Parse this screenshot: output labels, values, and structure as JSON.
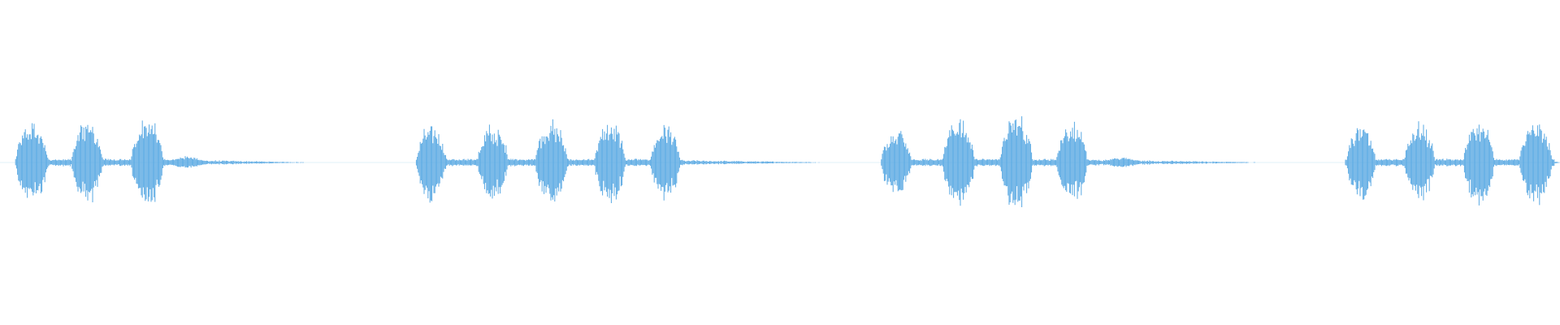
{
  "waveform": {
    "color": "#5aa9e3",
    "background": "#ffffff",
    "duration_units": 100,
    "peak_scale": 1.0,
    "groups": [
      {
        "bursts": [
          {
            "t": 1.0,
            "dur": 2.2,
            "amp": 0.78
          },
          {
            "t": 4.6,
            "dur": 2.1,
            "amp": 0.82
          },
          {
            "t": 8.4,
            "dur": 2.2,
            "amp": 0.85
          }
        ],
        "tail": {
          "t": 10.6,
          "dur": 10.0,
          "amp": 0.06,
          "hump_t": 12.0,
          "hump_amp": 0.12
        }
      },
      {
        "bursts": [
          {
            "t": 26.7,
            "dur": 2.0,
            "amp": 0.75
          },
          {
            "t": 30.6,
            "dur": 2.1,
            "amp": 0.74
          },
          {
            "t": 34.3,
            "dur": 2.2,
            "amp": 0.85
          },
          {
            "t": 38.1,
            "dur": 2.1,
            "amp": 0.8
          },
          {
            "t": 41.7,
            "dur": 2.0,
            "amp": 0.74
          }
        ],
        "tail": {
          "t": 43.0,
          "dur": 11.0,
          "amp": 0.05,
          "hump_t": 0,
          "hump_amp": 0
        }
      },
      {
        "bursts": [
          {
            "t": 56.5,
            "dur": 2.0,
            "amp": 0.73
          },
          {
            "t": 60.4,
            "dur": 2.2,
            "amp": 0.9
          },
          {
            "t": 64.1,
            "dur": 2.2,
            "amp": 0.95
          },
          {
            "t": 67.7,
            "dur": 2.1,
            "amp": 0.82
          }
        ],
        "tail": {
          "t": 69.8,
          "dur": 12.0,
          "amp": 0.06,
          "hump_t": 71.9,
          "hump_amp": 0.1
        }
      },
      {
        "bursts": [
          {
            "t": 86.3,
            "dur": 2.0,
            "amp": 0.72
          },
          {
            "t": 90.0,
            "dur": 2.1,
            "amp": 0.77
          },
          {
            "t": 93.8,
            "dur": 2.1,
            "amp": 0.85
          },
          {
            "t": 97.4,
            "dur": 2.2,
            "amp": 0.8
          }
        ],
        "tail": {
          "t": 99.5,
          "dur": 0.5,
          "amp": 0.05,
          "hump_t": 0,
          "hump_amp": 0
        }
      }
    ]
  }
}
